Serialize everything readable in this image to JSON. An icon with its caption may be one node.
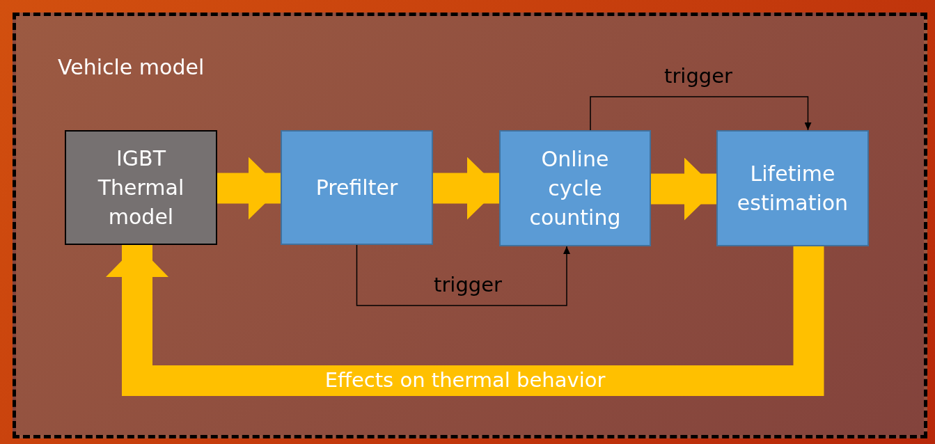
{
  "diagram": {
    "nodes": [
      {
        "text": [
          "Vehicle model"
        ]
      },
      {
        "text": [
          "IGBT Thermal model"
        ],
        "in": 0
      },
      {
        "text": [
          "Prefilter"
        ],
        "in": 0
      },
      {
        "text": [
          "Online cycle counting"
        ],
        "in": 0
      },
      {
        "text": [
          "Lifetime estimation"
        ],
        "in": 0
      }
    ],
    "edges": [
      {
        "from": 1,
        "to": 2,
        "arrow": "to"
      },
      {
        "from": 2,
        "to": 3,
        "arrow": "to"
      },
      {
        "from": 3,
        "to": 4,
        "arrow": "to"
      },
      {
        "from": 2,
        "to": 3,
        "arrow": "to",
        "label": "trigger",
        "color": "#000000"
      },
      {
        "from": 3,
        "to": 4,
        "arrow": "to",
        "label": "trigger",
        "color": "#000000"
      },
      {
        "from": 4,
        "to": 1,
        "arrow": "to",
        "label": "Effects on thermal behavior"
      }
    ]
  }
}
